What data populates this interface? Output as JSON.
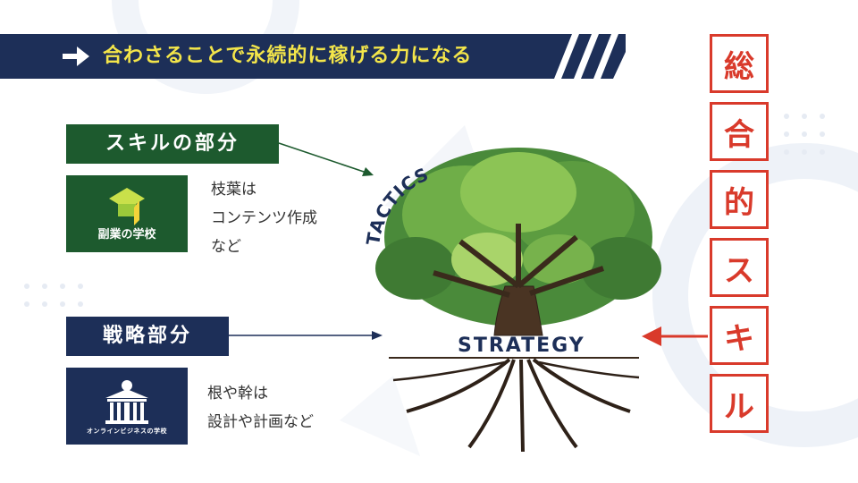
{
  "banner": {
    "title": "合わさることで永続的に稼げる力になる",
    "arrow_icon": "right-arrow-icon"
  },
  "skill_tag": {
    "label": "スキルの部分",
    "color": "#1d5a2e"
  },
  "skill_logo": {
    "text": "副業の学校"
  },
  "skill_desc": {
    "line1": "枝葉は",
    "line2": "コンテンツ作成",
    "line3": "など"
  },
  "strategy_tag": {
    "label": "戦略部分",
    "color": "#1d2f58"
  },
  "strategy_logo": {
    "text": "オンラインビジネスの学校"
  },
  "strategy_desc": {
    "line1": "根や幹は",
    "line2": "設計や計画など"
  },
  "tree": {
    "top_label": "TACTICS",
    "bottom_label": "STRATEGY"
  },
  "side": {
    "chars": [
      "総",
      "合",
      "的",
      "ス",
      "キ",
      "ル"
    ],
    "color": "#d93a2b"
  }
}
